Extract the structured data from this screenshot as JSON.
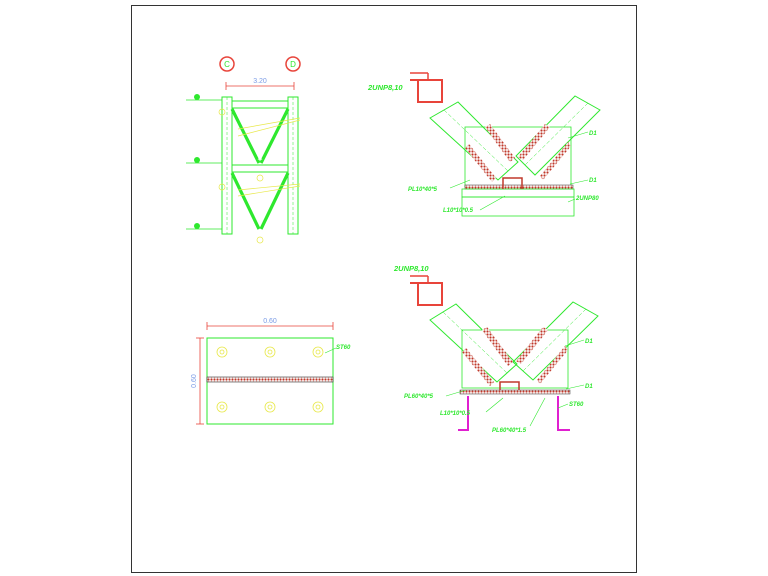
{
  "axes": {
    "left": "C",
    "right": "D"
  },
  "elevation": {
    "span_dim": "3.20"
  },
  "detail_top": {
    "section_label": "2UNP8,10",
    "labels": {
      "d1": "D1",
      "d1b": "D1",
      "bottom_plate": "PL10*40*5",
      "angle": "L10*10*0.5",
      "column": "2UNP80"
    }
  },
  "plan_plate": {
    "width_dim": "0.60",
    "height_dim": "0.60",
    "label": "ST60"
  },
  "detail_bottom": {
    "section_label": "2UNP8,10",
    "labels": {
      "d1": "D1",
      "d1b": "D1",
      "plate": "PL60*40*5",
      "angle": "L10*10*0.5",
      "base_plate": "PL60*40*1.5",
      "right_label": "ST60"
    }
  },
  "colors": {
    "outline": "#2ee82e",
    "weld": "#c0392b",
    "bolt": "#e8e84a",
    "profile": "#e8443a",
    "accent": "#e020d0",
    "dim": "#7a9be6"
  }
}
